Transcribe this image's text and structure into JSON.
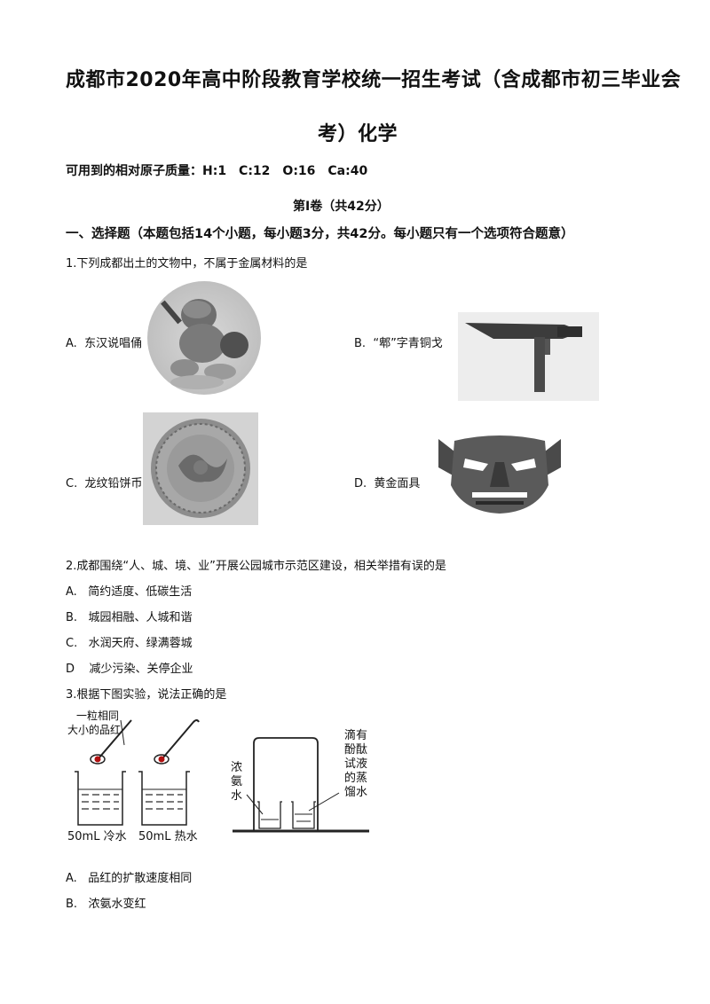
{
  "title": {
    "line1": "成都市2020年高中阶段教育学校统一招生考试（含成都市初三毕业会",
    "line2": "考）化学"
  },
  "atomic_masses": "可用到的相对原子质量：H:1　C:12　O:16　Ca:40",
  "part1_heading": "第Ⅰ卷（共42分）",
  "section1_heading": "一、选择题（本题包括14个小题，每小题3分，共42分。每小题只有一个选项符合题意）",
  "q1": {
    "stem": "1.下列成都出土的文物中，不属于金属材料的是",
    "options": [
      {
        "letter": "A.",
        "text": "东汉说唱俑",
        "image": "storyteller-figurine-photo"
      },
      {
        "letter": "B.",
        "text": "“郫”字青铜戈",
        "image": "bronze-dagger-axe-photo"
      },
      {
        "letter": "C.",
        "text": "龙纹铅饼币",
        "image": "dragon-coin-photo"
      },
      {
        "letter": "D.",
        "text": "黄金面具",
        "image": "gold-mask-photo"
      }
    ]
  },
  "q2": {
    "stem": "2.成都围绕“人、城、境、业”开展公园城市示范区建设，相关举措有误的是",
    "options": [
      {
        "letter": "A.",
        "text": "简约适度、低碳生活"
      },
      {
        "letter": "B.",
        "text": "城园相融、人城和谐"
      },
      {
        "letter": "C.",
        "text": "水润天府、绿满蓉城"
      },
      {
        "letter": "D",
        "text": "减少污染、关停企业"
      }
    ]
  },
  "q3": {
    "stem": "3.根据下图实验，说法正确的是",
    "figure": {
      "label_grain_1": "一粒相同",
      "label_grain_2": "大小的品红",
      "label_cold": "50mL 冷水",
      "label_hot": "50mL 热水",
      "label_ammonia_1": "浓",
      "label_ammonia_2": "氨",
      "label_ammonia_3": "水",
      "label_phenol_1": "滴有",
      "label_phenol_2": "酚酞",
      "label_phenol_3": "试液",
      "label_phenol_4": "的蒸",
      "label_phenol_5": "馏水"
    },
    "options": [
      {
        "letter": "A.",
        "text": "品红的扩散速度相同"
      },
      {
        "letter": "B.",
        "text": "浓氨水变红"
      }
    ]
  }
}
